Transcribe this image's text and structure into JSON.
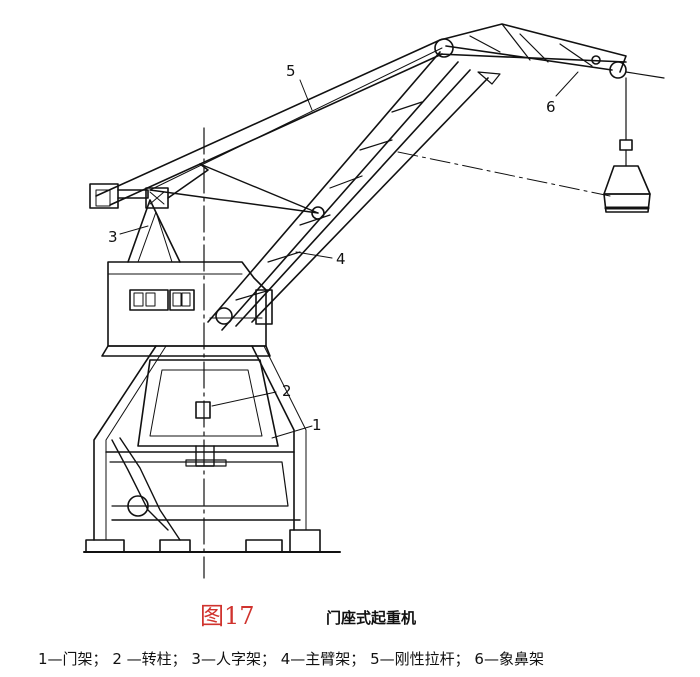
{
  "figure": {
    "number": "图17",
    "title": "门座式起重机",
    "number_color": "#d0332e"
  },
  "callouts": [
    "1",
    "2",
    "3",
    "4",
    "5",
    "6"
  ],
  "legend": [
    "1—门架；",
    "2 —转柱；",
    "3—人字架；",
    "4—主臂架；",
    "5—刚性拉杆；",
    "6—象鼻架"
  ]
}
